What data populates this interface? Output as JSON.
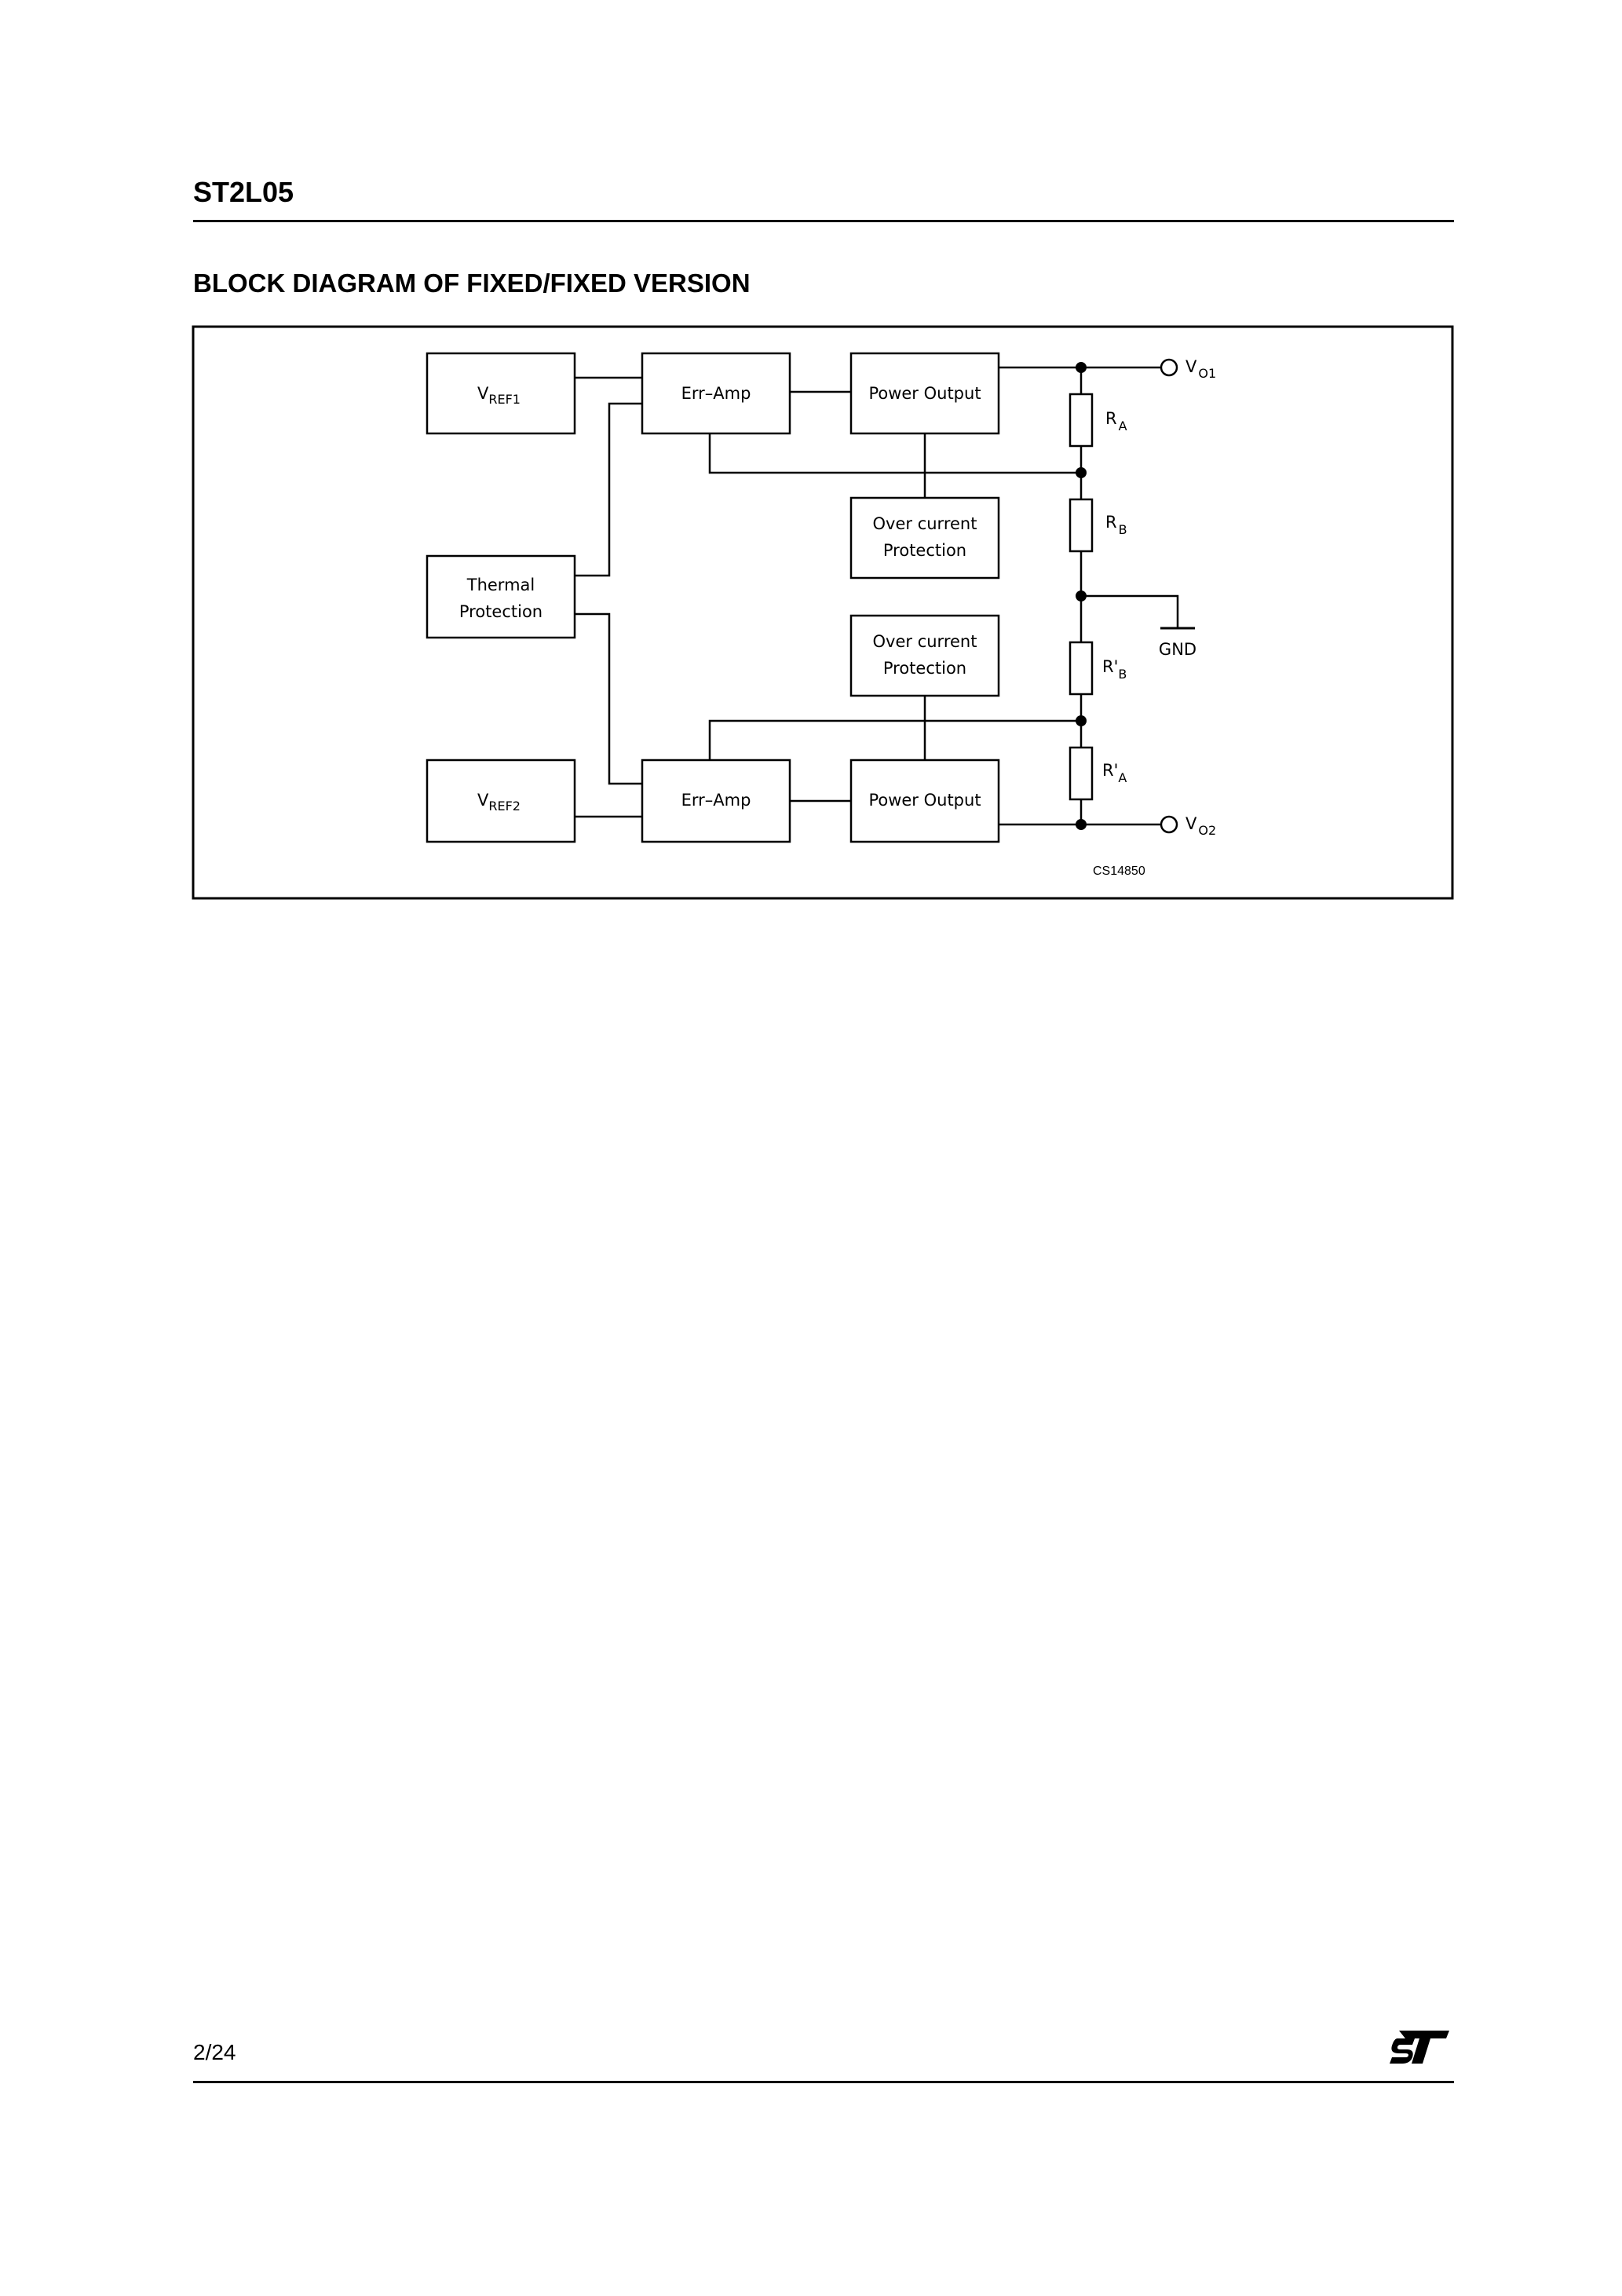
{
  "header": {
    "title": "ST2L05",
    "page": "2/24"
  },
  "section": {
    "title": "BLOCK DIAGRAM OF FIXED/FIXED VERSION"
  },
  "diagram": {
    "vref1": {
      "main": "V",
      "sub": "REF1"
    },
    "vref2": {
      "main": "V",
      "sub": "REF2"
    },
    "err_amp_top": "Err–Amp",
    "err_amp_bottom": "Err–Amp",
    "power_output_top": "Power Output",
    "power_output_bottom": "Power Output",
    "thermal": {
      "line1": "Thermal",
      "line2": "Protection"
    },
    "overcurrent_top": {
      "line1": "Over current",
      "line2": "Protection"
    },
    "overcurrent_bottom": {
      "line1": "Over current",
      "line2": "Protection"
    },
    "vo1": {
      "main": "V",
      "sub": "O1"
    },
    "vo2": {
      "main": "V",
      "sub": "O2"
    },
    "ra": {
      "main": "R",
      "sub": "A"
    },
    "rb": {
      "main": "R",
      "sub": "B"
    },
    "rb_prime": {
      "main": "R'",
      "sub": "B"
    },
    "ra_prime": {
      "main": "R'",
      "sub": "A"
    },
    "gnd": "GND",
    "code": "CS14850"
  },
  "logo": {
    "name": "st-logo-icon"
  }
}
